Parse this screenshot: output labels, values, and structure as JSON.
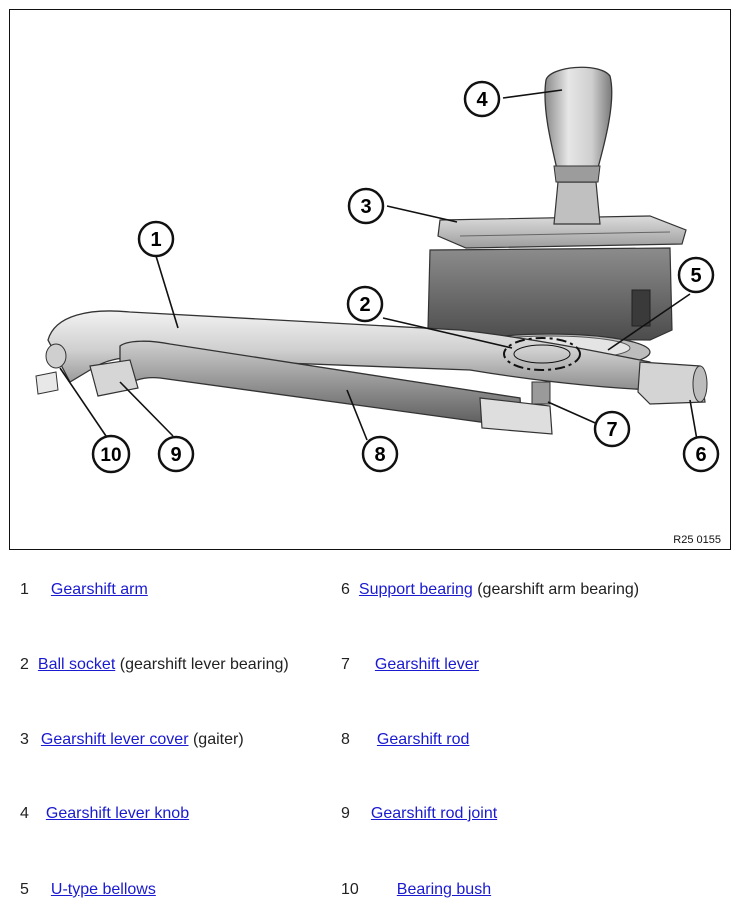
{
  "figure": {
    "ref_code": "R25 0155",
    "callouts": [
      "1",
      "2",
      "3",
      "4",
      "5",
      "6",
      "7",
      "8",
      "9",
      "10"
    ]
  },
  "legend": [
    {
      "num": "1",
      "link": "Gearshift arm",
      "note": ""
    },
    {
      "num": "2",
      "link": "Ball socket",
      "note": "(gearshift lever bearing)"
    },
    {
      "num": "3",
      "link": "Gearshift lever cover",
      "note": "(gaiter)"
    },
    {
      "num": "4",
      "link": "Gearshift lever knob",
      "note": ""
    },
    {
      "num": "5",
      "link": "U-type bellows",
      "note": ""
    },
    {
      "num": "6",
      "link": "Support bearing",
      "note": "(gearshift arm bearing)"
    },
    {
      "num": "7",
      "link": "Gearshift lever",
      "note": ""
    },
    {
      "num": "8",
      "link": "Gearshift rod",
      "note": ""
    },
    {
      "num": "9",
      "link": "Gearshift rod joint",
      "note": ""
    },
    {
      "num": "10",
      "link": "Bearing bush",
      "note": ""
    }
  ]
}
